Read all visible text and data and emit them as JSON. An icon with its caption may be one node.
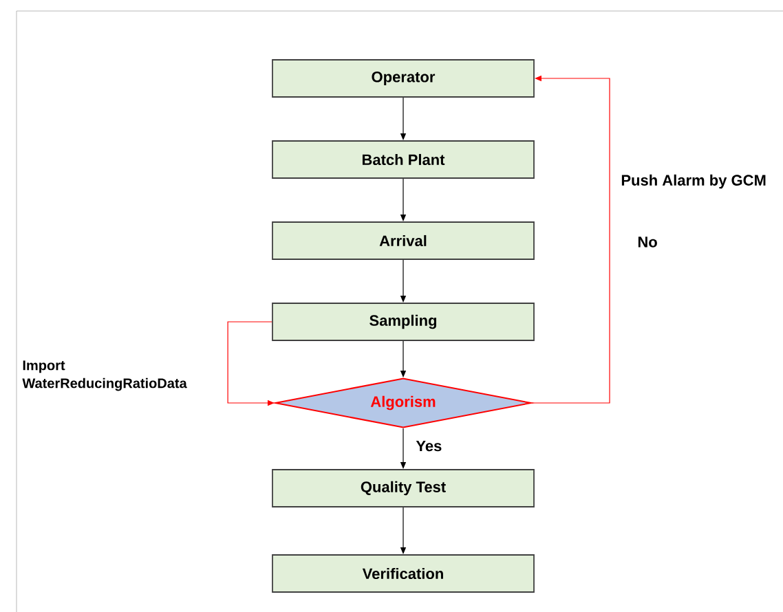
{
  "diagram": {
    "nodes": [
      {
        "text": [
          "Operator"
        ]
      },
      {
        "text": [
          "Batch Plant"
        ]
      },
      {
        "text": [
          "Arrival"
        ]
      },
      {
        "text": [
          "Sampling"
        ]
      },
      {
        "text": [
          "Algorism"
        ]
      },
      {
        "text": [
          "Quality Test"
        ]
      },
      {
        "text": [
          "Verification"
        ]
      }
    ],
    "edges": [
      {
        "from": 0,
        "to": 1,
        "arrow": "to"
      },
      {
        "from": 1,
        "to": 2,
        "arrow": "to"
      },
      {
        "from": 2,
        "to": 3,
        "arrow": "to"
      },
      {
        "from": 3,
        "to": 4,
        "arrow": "to"
      },
      {
        "from": 4,
        "to": 5,
        "arrow": "to",
        "label": "Yes"
      },
      {
        "from": 5,
        "to": 6,
        "arrow": "to"
      },
      {
        "from": 3,
        "to": 4,
        "arrow": "to",
        "color": "#ff0000",
        "label": "Import WaterReducingRatioData"
      },
      {
        "from": 4,
        "to": 0,
        "arrow": "to",
        "color": "#ff0000",
        "label": "No"
      }
    ],
    "labels": [
      "Push Alarm by GCM"
    ]
  }
}
